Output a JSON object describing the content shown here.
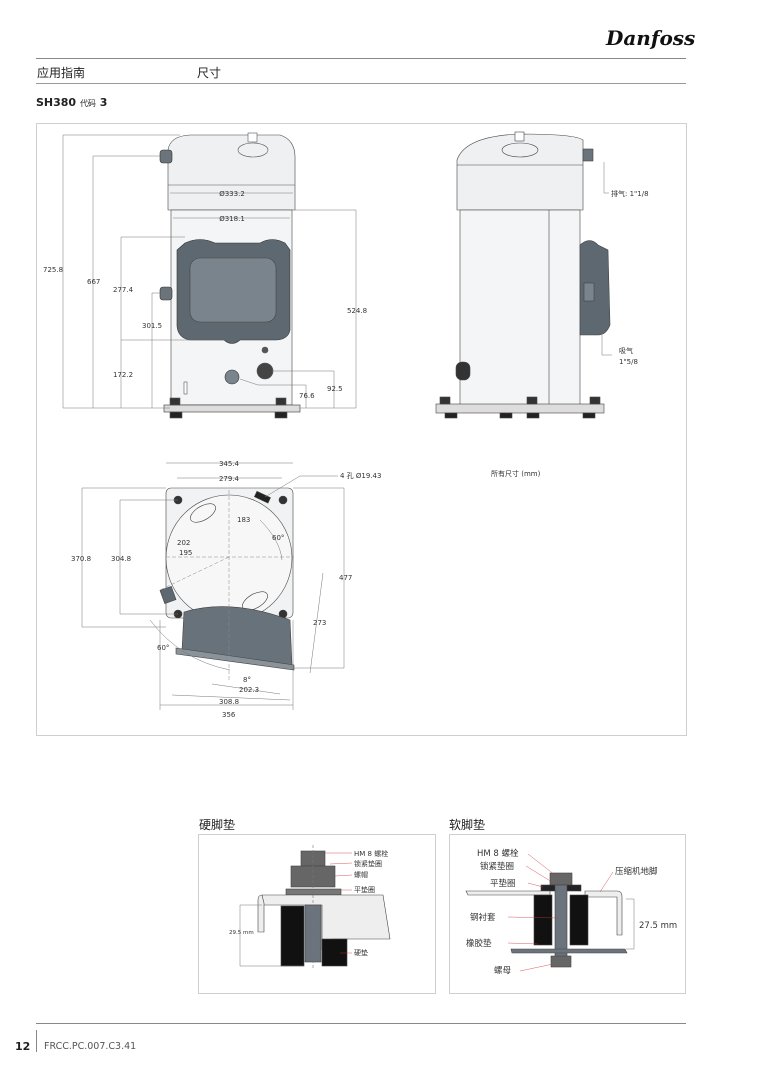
{
  "header": {
    "brand": "Danfoss",
    "section": "应用指南",
    "topic": "尺寸"
  },
  "model": {
    "name": "SH380",
    "code_label": "代码",
    "code": "3"
  },
  "front_view": {
    "dia_top": "Ø333.2",
    "dia_body": "Ø318.1",
    "h_total": "725.8",
    "h_discharge": "667",
    "h_box": "277.4",
    "h_suction": "301.5",
    "h_box_bottom": "172.2",
    "h_shell": "524.8",
    "h_sight": "92.5",
    "h_oil": "76.6"
  },
  "side_view": {
    "discharge": "排气: 1\"1/8",
    "suction_label": "吸气",
    "suction_size": "1\"5/8"
  },
  "bottom_view": {
    "w_outer": "345.4",
    "w_holes": "279.4",
    "holes": "4 孔 Ø19.43",
    "r183": "183",
    "d202": "202",
    "d195": "195",
    "a60_top": "60°",
    "h370": "370.8",
    "h304": "304.8",
    "h477": "477",
    "d273": "273",
    "a60_bottom": "60°",
    "a8": "8°",
    "w202": "202.3",
    "w308": "308.8",
    "w356": "356"
  },
  "units_note": "所有尺寸 (mm)",
  "hard_mount": {
    "title": "硬脚垫",
    "bolt": "HM 8 螺栓",
    "lock_washer": "锁紧垫圈",
    "nut": "螺帽",
    "flat_washer": "平垫圈",
    "height": "29.5 mm",
    "pad": "硬垫"
  },
  "soft_mount": {
    "title": "软脚垫",
    "bolt": "HM 8 螺栓",
    "lock_washer": "锁紧垫圈",
    "flat_washer": "平垫圈",
    "foot": "压缩机地脚",
    "sleeve": "钢衬套",
    "height": "27.5 mm",
    "grommet": "橡胶垫",
    "nut": "螺母"
  },
  "footer": {
    "page": "12",
    "doc": "FRCC.PC.007.C3.41"
  }
}
